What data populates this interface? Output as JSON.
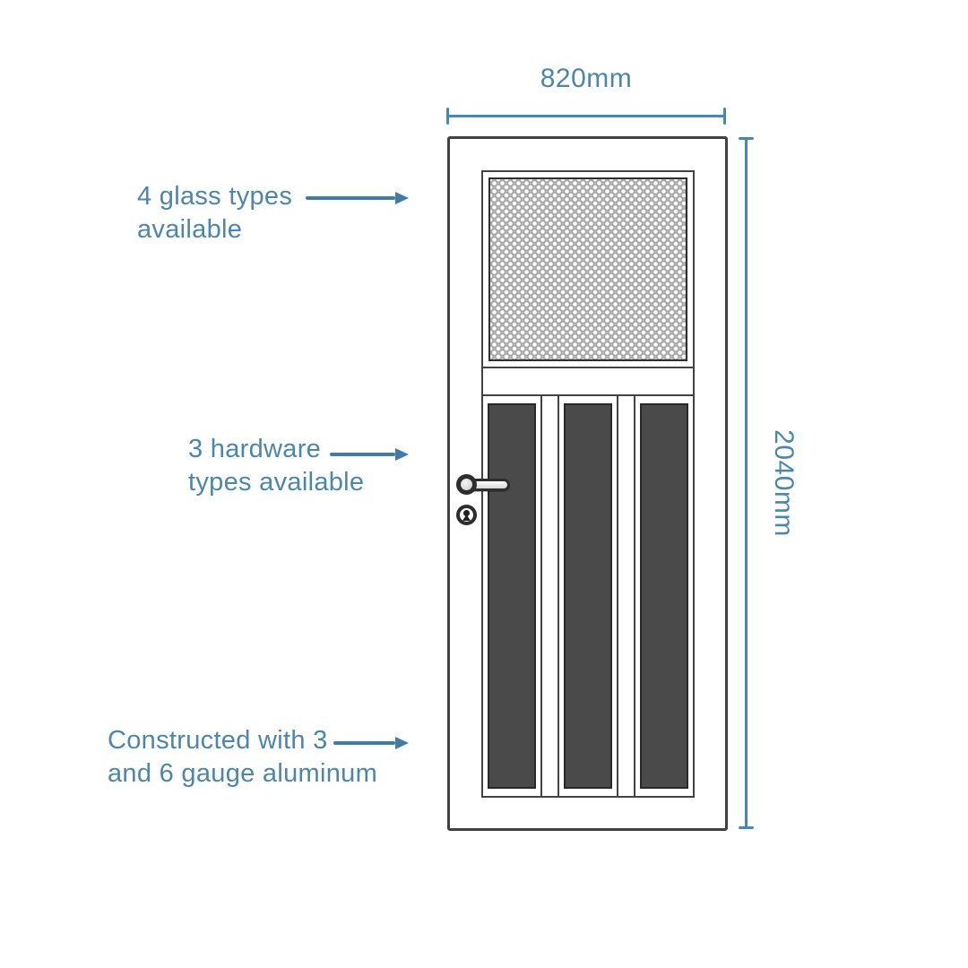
{
  "dimensions": {
    "width_label": "820mm",
    "height_label": "2040mm"
  },
  "callouts": [
    {
      "line1": "4 glass types",
      "line2": "available"
    },
    {
      "line1": "3 hardware",
      "line2": "types available"
    },
    {
      "line1": "Constructed with 3",
      "line2": "and 6 gauge aluminum"
    }
  ],
  "door": {
    "glass_panel": "textured-glass",
    "lower_panel_count": 3,
    "hardware_icons": [
      "lever-handle-icon",
      "keyhole-icon"
    ]
  },
  "colors": {
    "accent_text": "#4b86ad",
    "arrow": "#3f7ca9",
    "dimension_line": "#4589b3",
    "door_outline": "#424242",
    "panel_fill": "#4a4a4a",
    "hardware_outline": "#2d2d2d"
  }
}
